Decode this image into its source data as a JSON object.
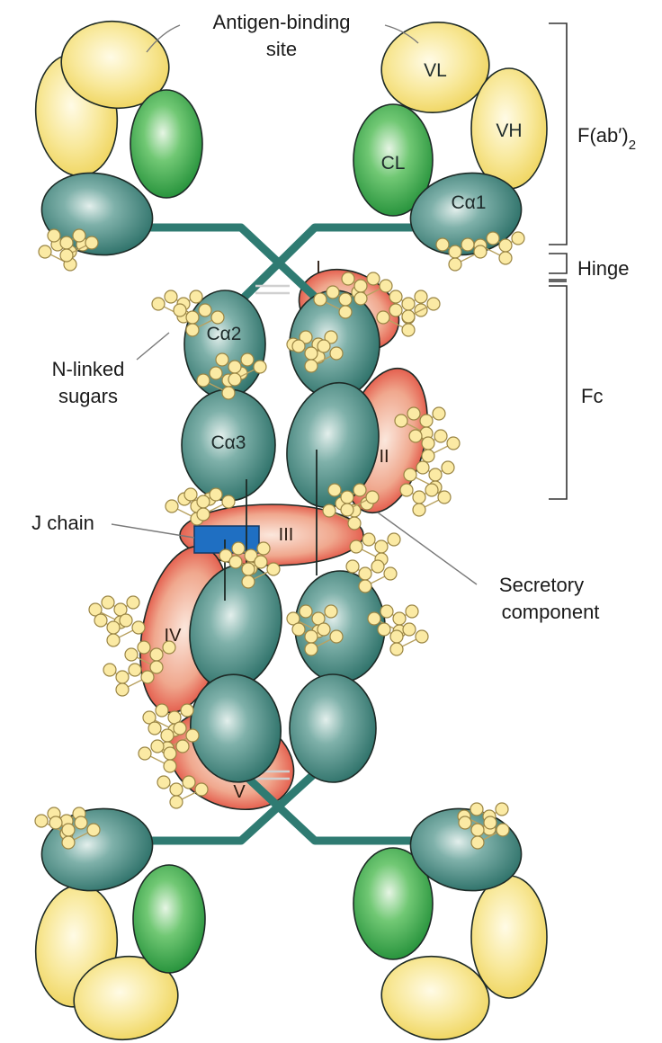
{
  "labels": {
    "antigen_binding_site_line1": "Antigen-binding",
    "antigen_binding_site_line2": "site",
    "n_linked_sugars_line1": "N-linked",
    "n_linked_sugars_line2": "sugars",
    "j_chain": "J chain",
    "secretory_component_line1": "Secretory",
    "secretory_component_line2": "component"
  },
  "brackets": {
    "fab2": "F(ab′)",
    "fab2_subscript": "2",
    "hinge": "Hinge",
    "fc": "Fc"
  },
  "domains": {
    "vl": "VL",
    "vh": "VH",
    "cl": "CL",
    "ca1": "Cα1",
    "ca2": "Cα2",
    "ca3": "Cα3"
  },
  "secretory_segments": [
    "I",
    "II",
    "III",
    "IV",
    "V"
  ],
  "colors": {
    "variable_yellow": "#f3dd72",
    "light_constant_green": "#3bb04e",
    "heavy_constant_teal": "#2f8279",
    "secretory_red": "#e23a2c",
    "j_chain_blue": "#1f6fc2",
    "sugar_cream": "#fbeaa4"
  }
}
